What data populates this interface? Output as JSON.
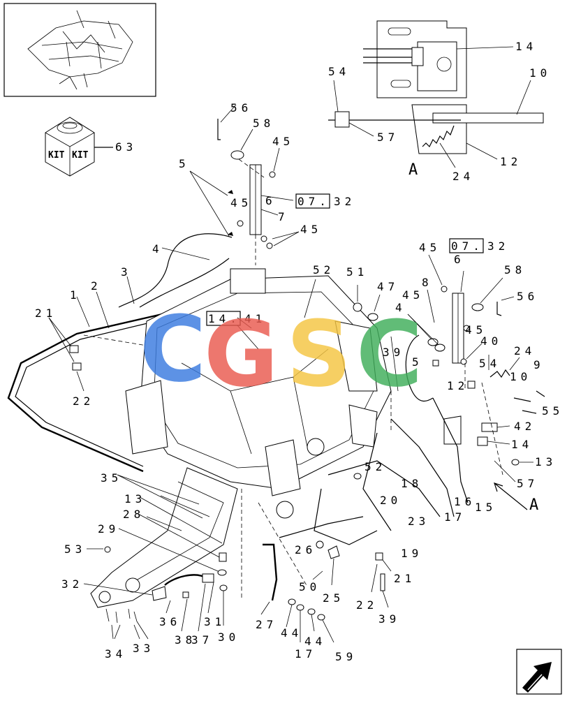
{
  "callouts": {
    "n56a": "56",
    "n58a": "58",
    "n45a": "45",
    "n5": "5",
    "n6a": "6",
    "n7": "7",
    "n45b": "45",
    "n45c": "45",
    "n4": "4",
    "n3": "3",
    "n2": "2",
    "n1": "1",
    "n21a": "21",
    "n22a": "22",
    "n52a": "52",
    "n51": "51",
    "n47": "47",
    "n8": "8",
    "n45d": "45",
    "n4b": "4",
    "n45e": "45",
    "n6b": "6",
    "n58b": "58",
    "n56b": "56",
    "n39a": "39",
    "n5b": "5",
    "n12": "12",
    "n45f": "45",
    "n40": "40",
    "n54b": "54",
    "n24b": "24",
    "n10b": "10",
    "n9": "9",
    "n55": "55",
    "n42": "42",
    "n14b": "14",
    "n13a": "13",
    "n57b": "57",
    "n15": "15",
    "n16": "16",
    "n17a": "17",
    "n18": "18",
    "n20": "20",
    "n23": "23",
    "n19": "19",
    "n21b": "21",
    "n22b": "22",
    "n39b": "39",
    "n52b": "52",
    "n26": "26",
    "n25": "25",
    "n50": "50",
    "n27": "27",
    "n35": "35",
    "n13b": "13",
    "n28": "28",
    "n29": "29",
    "n53": "53",
    "n32": "32",
    "n36": "36",
    "n38": "38",
    "n37": "37",
    "n31": "31",
    "n30": "30",
    "n34": "34",
    "n33": "33",
    "n44a": "44",
    "n17b": "17",
    "n44b": "44",
    "n59": "59",
    "n63": "63",
    "n14a": "14",
    "n10a": "10",
    "n54a": "54",
    "n57a": "57",
    "n12b": "12",
    "n24a": "24"
  },
  "refs": {
    "ref1_box": "07.",
    "ref1_tail": "32",
    "ref2_box": "07.",
    "ref2_tail": "32",
    "ref3_box": "14.",
    "ref3_tail": "41"
  },
  "view_label": "A",
  "view_arrow_label": "A",
  "kit": {
    "left": "KIT",
    "right": "KIT"
  },
  "watermark": {
    "letters": [
      "C",
      "G",
      "S",
      "C"
    ],
    "colors": [
      "#3a7be0",
      "#ea5a4f",
      "#f5c542",
      "#3fae5a"
    ]
  }
}
